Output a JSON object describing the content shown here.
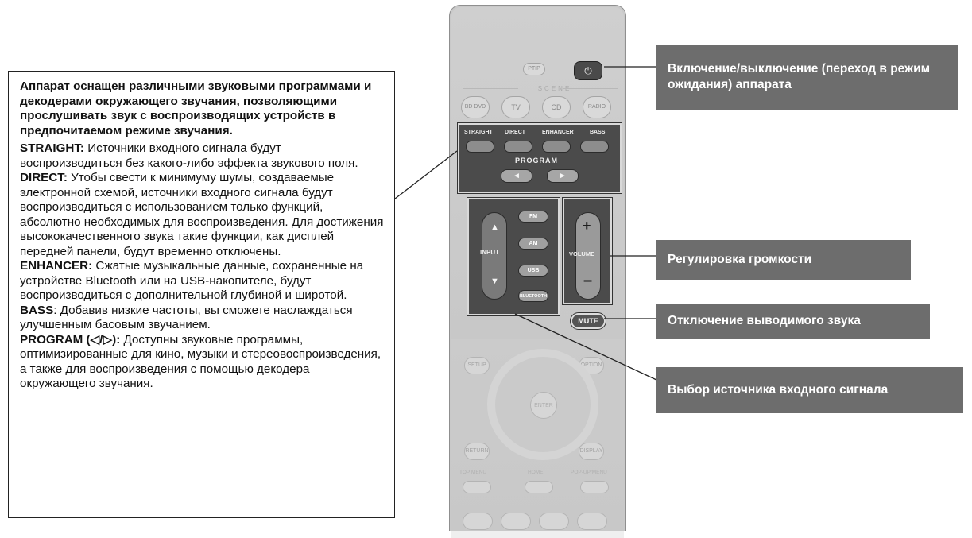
{
  "info_box": {
    "intro": "Аппарат оснащен различными звуковыми программами и декодерами окружающего звучания, позволяющими прослушивать звук с воспроизводящих устройств в предпочитаемом режиме звучания.",
    "items": [
      {
        "term": "STRAIGHT:",
        "text": " Источники входного сигнала будут воспроизводиться без какого-либо эффекта звукового поля."
      },
      {
        "term": "DIRECT:",
        "text": " Утобы свести к минимуму шумы, создаваемые электронной схемой, источники входного сигнала будут воспроизводиться с использованием только функций, абсолютно необходимых для воспроизведения. Для достижения высококачественного звука такие функции, как дисплей передней панели, будут временно отключены."
      },
      {
        "term": "ENHANCER:",
        "text": " Сжатые музыкальные данные, сохраненные на устройстве Bluetooth или на USB-накопителе, будут воспроизводиться с дополнительной глубиной и широтой."
      },
      {
        "term": "BASS",
        "text": ": Добавив низкие частоты, вы сможете наслаждаться улучшенным басовым звучанием."
      },
      {
        "term": "PROGRAM (◁/▷):",
        "text": " Доступны звуковые программы, оптимизированные для кино, музыки и стереовоспроизведения, а также для воспроизведения с помощью декодера окружающего звучания."
      }
    ]
  },
  "callouts": {
    "power": "Включение/выключение (переход в режим ожидания) аппарата",
    "volume": "Регулировка громкости",
    "mute": "Отключение выводимого звука",
    "input": "Выбор источника входного сигнала"
  },
  "remote": {
    "ptip_label": "PTIP",
    "scene_label": "SCENE",
    "scene_buttons": [
      "BD DVD",
      "TV",
      "CD",
      "RADIO"
    ],
    "program_buttons": [
      "STRAIGHT",
      "DIRECT",
      "ENHANCER",
      "BASS"
    ],
    "program_label": "PROGRAM",
    "program_left": "◄",
    "program_right": "►",
    "input_label": "INPUT",
    "input_up": "▲",
    "input_down": "▼",
    "input_sources": [
      "FM",
      "AM",
      "USB",
      "BLUETOOTH"
    ],
    "volume_label": "VOLUME",
    "volume_plus": "+",
    "volume_minus": "–",
    "mute_label": "MUTE",
    "power_symbol": "⏻",
    "setup_label": "SETUP",
    "option_label": "OPTION",
    "enter_label": "ENTER",
    "return_label": "RETURN",
    "display_label": "DISPLAY",
    "top_menu_label": "TOP MENU",
    "home_label": "HOME",
    "popup_menu_label": "POP-UP/MENU"
  }
}
